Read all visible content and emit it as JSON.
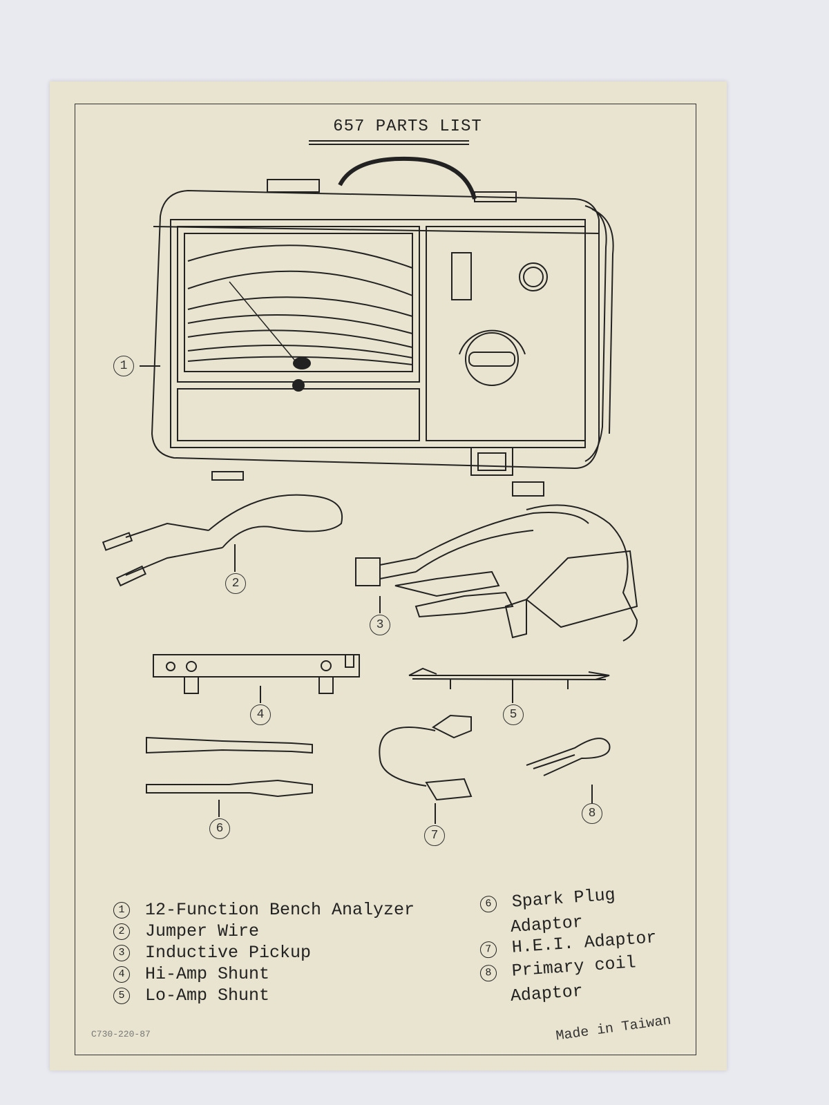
{
  "document": {
    "title": "657 PARTS LIST",
    "callouts": [
      "1",
      "2",
      "3",
      "4",
      "5",
      "6",
      "7",
      "8"
    ],
    "legend_left": [
      {
        "num": "1",
        "text": "12-Function Bench Analyzer"
      },
      {
        "num": "2",
        "text": "Jumper Wire"
      },
      {
        "num": "3",
        "text": "Inductive Pickup"
      },
      {
        "num": "4",
        "text": "Hi-Amp Shunt"
      },
      {
        "num": "5",
        "text": "Lo-Amp Shunt"
      }
    ],
    "legend_right": [
      {
        "num": "6",
        "text": "Spark Plug"
      },
      {
        "num": "",
        "text": "Adaptor"
      },
      {
        "num": "7",
        "text": "H.E.I. Adaptor"
      },
      {
        "num": "8",
        "text": "Primary coil"
      },
      {
        "num": "",
        "text": "Adaptor"
      }
    ],
    "footer_code": "C730-220-87",
    "made_in": "Made in Taiwan"
  }
}
